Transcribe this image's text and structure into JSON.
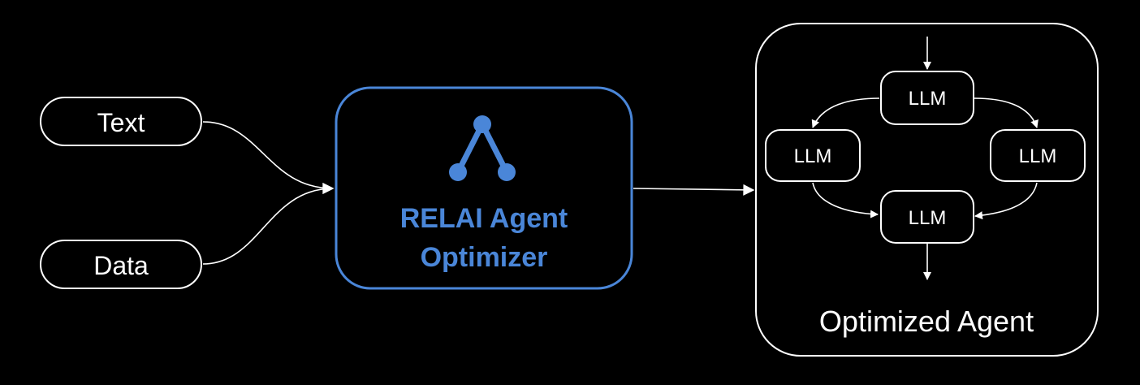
{
  "inputs": {
    "text_label": "Text",
    "data_label": "Data"
  },
  "optimizer": {
    "title_line1": "RELAI Agent",
    "title_line2": "Optimizer"
  },
  "agent": {
    "caption": "Optimized Agent",
    "nodes": {
      "top": "LLM",
      "left": "LLM",
      "right": "LLM",
      "bottom": "LLM"
    }
  },
  "colors": {
    "background": "#000000",
    "accent": "#4a86d8",
    "foreground": "#ffffff"
  }
}
